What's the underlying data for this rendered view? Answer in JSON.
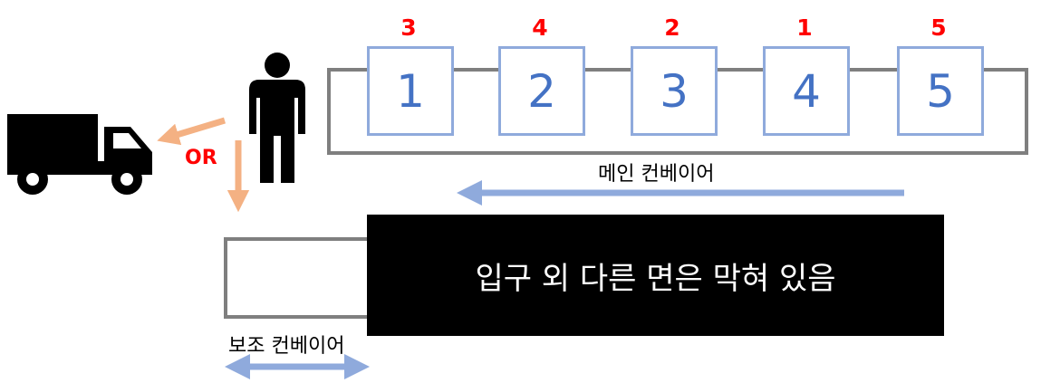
{
  "main_conveyor": {
    "label": "메인 컨베이어",
    "boxes": [
      {
        "number": "1",
        "order": "3"
      },
      {
        "number": "2",
        "order": "4"
      },
      {
        "number": "3",
        "order": "2"
      },
      {
        "number": "4",
        "order": "1"
      },
      {
        "number": "5",
        "order": "5"
      }
    ]
  },
  "aux_conveyor": {
    "label": "보조 컨베이어"
  },
  "blocked_note": "입구 외 다른 면은 막혀 있음",
  "or_label": "OR",
  "icons": {
    "person": "person-icon",
    "truck": "truck-icon"
  },
  "colors": {
    "box_border": "#8faadc",
    "box_number": "#4472c4",
    "order_number": "#ff0000",
    "conveyor_border": "#7f7f7f",
    "flow_arrow": "#8faadc",
    "handoff_arrow": "#f4b183"
  }
}
